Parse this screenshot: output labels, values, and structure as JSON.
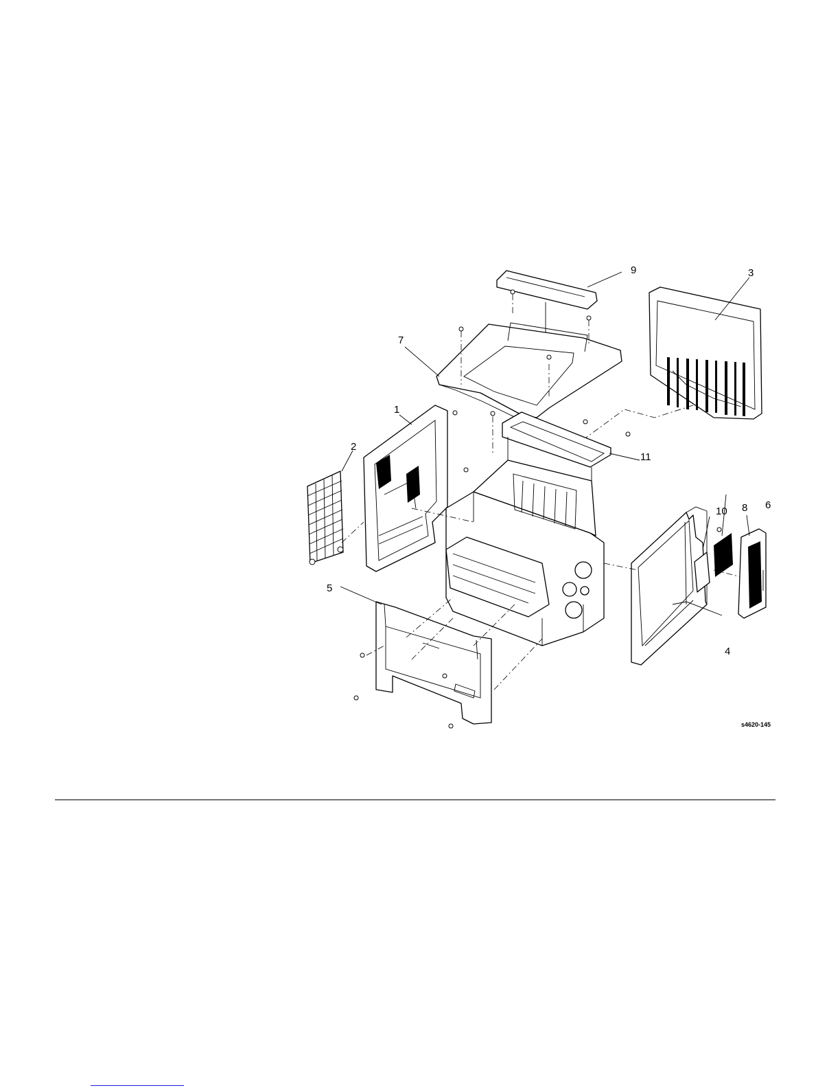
{
  "figure": {
    "id_label": "s4620-145",
    "callouts": {
      "c1": "1",
      "c2": "2",
      "c3": "3",
      "c4": "4",
      "c5": "5",
      "c6": "6",
      "c7": "7",
      "c8": "8",
      "c9": "9",
      "c10": "10",
      "c11": "11"
    }
  }
}
